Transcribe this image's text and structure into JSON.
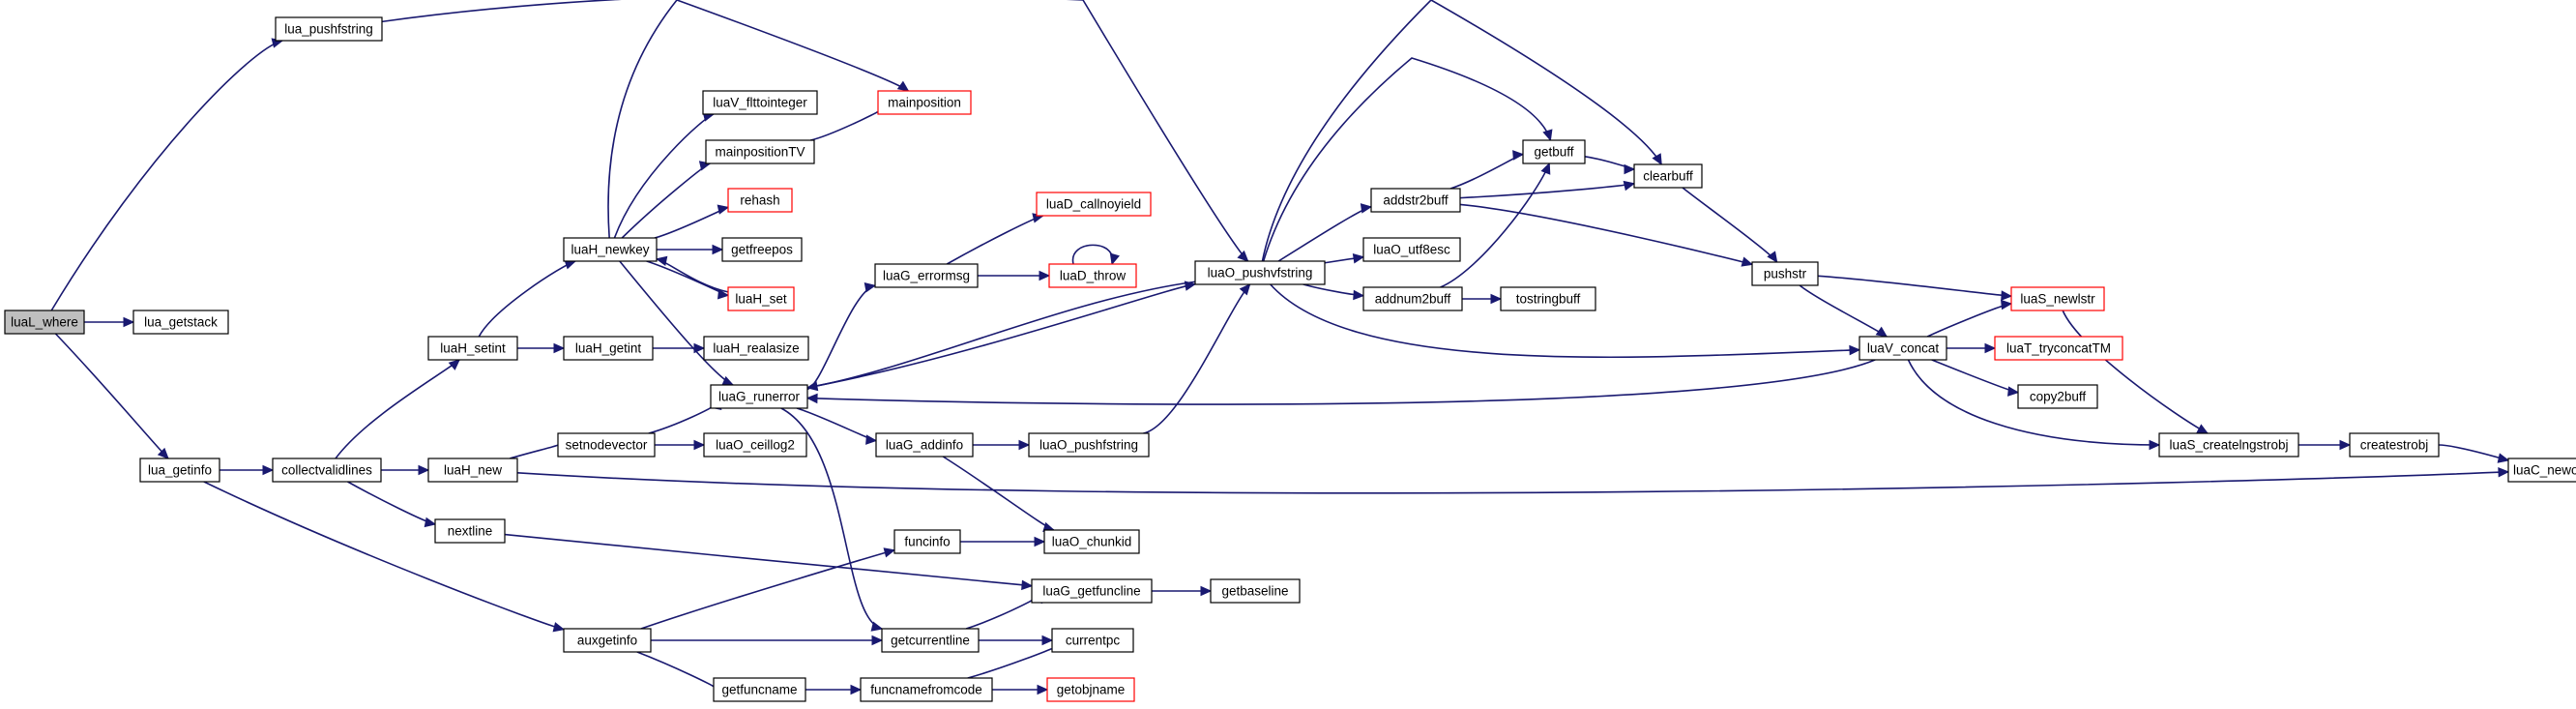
{
  "nodes": [
    {
      "id": "luaL_where",
      "label": "luaL_where",
      "style": "root"
    },
    {
      "id": "lua_pushfstring",
      "label": "lua_pushfstring",
      "style": "normal"
    },
    {
      "id": "lua_getstack",
      "label": "lua_getstack",
      "style": "normal"
    },
    {
      "id": "lua_getinfo",
      "label": "lua_getinfo",
      "style": "normal"
    },
    {
      "id": "collectvalidlines",
      "label": "collectvalidlines",
      "style": "normal"
    },
    {
      "id": "luaH_setint",
      "label": "luaH_setint",
      "style": "normal"
    },
    {
      "id": "luaH_new",
      "label": "luaH_new",
      "style": "normal"
    },
    {
      "id": "nextline",
      "label": "nextline",
      "style": "normal"
    },
    {
      "id": "auxgetinfo",
      "label": "auxgetinfo",
      "style": "normal"
    },
    {
      "id": "luaH_newkey",
      "label": "luaH_newkey",
      "style": "normal"
    },
    {
      "id": "luaH_getint",
      "label": "luaH_getint",
      "style": "normal"
    },
    {
      "id": "setnodevector",
      "label": "setnodevector",
      "style": "normal"
    },
    {
      "id": "getfuncname",
      "label": "getfuncname",
      "style": "normal"
    },
    {
      "id": "luaV_flttointeger",
      "label": "luaV_flttointeger",
      "style": "normal"
    },
    {
      "id": "mainpositionTV",
      "label": "mainpositionTV",
      "style": "normal"
    },
    {
      "id": "rehash",
      "label": "rehash",
      "style": "red"
    },
    {
      "id": "getfreepos",
      "label": "getfreepos",
      "style": "normal"
    },
    {
      "id": "luaH_set",
      "label": "luaH_set",
      "style": "red"
    },
    {
      "id": "luaH_realasize",
      "label": "luaH_realasize",
      "style": "normal"
    },
    {
      "id": "luaG_runerror",
      "label": "luaG_runerror",
      "style": "normal"
    },
    {
      "id": "luaO_ceillog2",
      "label": "luaO_ceillog2",
      "style": "normal"
    },
    {
      "id": "mainposition",
      "label": "mainposition",
      "style": "red"
    },
    {
      "id": "luaG_errormsg",
      "label": "luaG_errormsg",
      "style": "normal"
    },
    {
      "id": "luaG_addinfo",
      "label": "luaG_addinfo",
      "style": "normal"
    },
    {
      "id": "funcinfo",
      "label": "funcinfo",
      "style": "normal"
    },
    {
      "id": "getcurrentline",
      "label": "getcurrentline",
      "style": "normal"
    },
    {
      "id": "funcnamefromcode",
      "label": "funcnamefromcode",
      "style": "normal"
    },
    {
      "id": "luaD_callnoyield",
      "label": "luaD_callnoyield",
      "style": "red"
    },
    {
      "id": "luaD_throw",
      "label": "luaD_throw",
      "style": "red"
    },
    {
      "id": "luaO_pushfstring",
      "label": "luaO_pushfstring",
      "style": "normal"
    },
    {
      "id": "luaO_chunkid",
      "label": "luaO_chunkid",
      "style": "normal"
    },
    {
      "id": "luaG_getfuncline",
      "label": "luaG_getfuncline",
      "style": "normal"
    },
    {
      "id": "currentpc",
      "label": "currentpc",
      "style": "normal"
    },
    {
      "id": "getobjname",
      "label": "getobjname",
      "style": "red"
    },
    {
      "id": "luaO_pushvfstring",
      "label": "luaO_pushvfstring",
      "style": "normal"
    },
    {
      "id": "getbaseline",
      "label": "getbaseline",
      "style": "normal"
    },
    {
      "id": "addstr2buff",
      "label": "addstr2buff",
      "style": "normal"
    },
    {
      "id": "luaO_utf8esc",
      "label": "luaO_utf8esc",
      "style": "normal"
    },
    {
      "id": "addnum2buff",
      "label": "addnum2buff",
      "style": "normal"
    },
    {
      "id": "getbuff",
      "label": "getbuff",
      "style": "normal"
    },
    {
      "id": "tostringbuff",
      "label": "tostringbuff",
      "style": "normal"
    },
    {
      "id": "clearbuff",
      "label": "clearbuff",
      "style": "normal"
    },
    {
      "id": "pushstr",
      "label": "pushstr",
      "style": "normal"
    },
    {
      "id": "luaV_concat",
      "label": "luaV_concat",
      "style": "normal"
    },
    {
      "id": "luaS_newlstr",
      "label": "luaS_newlstr",
      "style": "red"
    },
    {
      "id": "luaT_tryconcatTM",
      "label": "luaT_tryconcatTM",
      "style": "red"
    },
    {
      "id": "copy2buff",
      "label": "copy2buff",
      "style": "normal"
    },
    {
      "id": "luaS_createlngstrobj",
      "label": "luaS_createlngstrobj",
      "style": "normal"
    },
    {
      "id": "createstrobj",
      "label": "createstrobj",
      "style": "normal"
    },
    {
      "id": "luaC_newobj",
      "label": "luaC_newobj",
      "style": "normal"
    }
  ],
  "edges": [
    [
      "luaL_where",
      "lua_pushfstring"
    ],
    [
      "luaL_where",
      "lua_getstack"
    ],
    [
      "luaL_where",
      "lua_getinfo"
    ],
    [
      "lua_pushfstring",
      "luaO_pushvfstring"
    ],
    [
      "lua_getinfo",
      "collectvalidlines"
    ],
    [
      "lua_getinfo",
      "auxgetinfo"
    ],
    [
      "collectvalidlines",
      "luaH_setint"
    ],
    [
      "collectvalidlines",
      "luaH_new"
    ],
    [
      "collectvalidlines",
      "nextline"
    ],
    [
      "luaH_setint",
      "luaH_newkey"
    ],
    [
      "luaH_setint",
      "luaH_getint"
    ],
    [
      "luaH_getint",
      "luaH_realasize"
    ],
    [
      "luaH_new",
      "setnodevector"
    ],
    [
      "luaH_new",
      "luaC_newobj"
    ],
    [
      "nextline",
      "luaG_getfuncline"
    ],
    [
      "auxgetinfo",
      "funcinfo"
    ],
    [
      "auxgetinfo",
      "getcurrentline"
    ],
    [
      "auxgetinfo",
      "getfuncname"
    ],
    [
      "getfuncname",
      "funcnamefromcode"
    ],
    [
      "funcnamefromcode",
      "currentpc"
    ],
    [
      "funcnamefromcode",
      "getobjname"
    ],
    [
      "luaH_newkey",
      "mainposition"
    ],
    [
      "luaH_newkey",
      "luaV_flttointeger"
    ],
    [
      "luaH_newkey",
      "mainpositionTV"
    ],
    [
      "luaH_newkey",
      "rehash"
    ],
    [
      "luaH_newkey",
      "getfreepos"
    ],
    [
      "luaH_newkey",
      "luaH_set"
    ],
    [
      "luaH_newkey",
      "luaG_runerror"
    ],
    [
      "luaH_set",
      "luaH_newkey"
    ],
    [
      "mainpositionTV",
      "mainposition"
    ],
    [
      "setnodevector",
      "luaG_runerror"
    ],
    [
      "setnodevector",
      "luaO_ceillog2"
    ],
    [
      "luaG_runerror",
      "luaG_errormsg"
    ],
    [
      "luaG_runerror",
      "luaO_pushvfstring"
    ],
    [
      "luaG_runerror",
      "luaG_addinfo"
    ],
    [
      "luaG_runerror",
      "getcurrentline"
    ],
    [
      "luaG_errormsg",
      "luaD_callnoyield"
    ],
    [
      "luaG_errormsg",
      "luaD_throw"
    ],
    [
      "luaD_throw",
      "luaD_throw"
    ],
    [
      "luaG_addinfo",
      "luaO_pushfstring"
    ],
    [
      "luaG_addinfo",
      "luaO_chunkid"
    ],
    [
      "luaO_pushfstring",
      "luaO_pushvfstring"
    ],
    [
      "funcinfo",
      "luaO_chunkid"
    ],
    [
      "getcurrentline",
      "luaG_getfuncline"
    ],
    [
      "getcurrentline",
      "currentpc"
    ],
    [
      "luaG_getfuncline",
      "getbaseline"
    ],
    [
      "luaO_pushvfstring",
      "addstr2buff"
    ],
    [
      "luaO_pushvfstring",
      "luaO_utf8esc"
    ],
    [
      "luaO_pushvfstring",
      "addnum2buff"
    ],
    [
      "luaO_pushvfstring",
      "getbuff"
    ],
    [
      "luaO_pushvfstring",
      "clearbuff"
    ],
    [
      "luaO_pushvfstring",
      "luaV_concat"
    ],
    [
      "luaO_pushvfstring",
      "luaG_runerror"
    ],
    [
      "addstr2buff",
      "getbuff"
    ],
    [
      "addstr2buff",
      "clearbuff"
    ],
    [
      "addstr2buff",
      "pushstr"
    ],
    [
      "addnum2buff",
      "getbuff"
    ],
    [
      "addnum2buff",
      "tostringbuff"
    ],
    [
      "getbuff",
      "clearbuff"
    ],
    [
      "clearbuff",
      "pushstr"
    ],
    [
      "pushstr",
      "luaS_newlstr"
    ],
    [
      "pushstr",
      "luaV_concat"
    ],
    [
      "luaV_concat",
      "luaS_newlstr"
    ],
    [
      "luaV_concat",
      "luaT_tryconcatTM"
    ],
    [
      "luaV_concat",
      "copy2buff"
    ],
    [
      "luaV_concat",
      "luaS_createlngstrobj"
    ],
    [
      "luaV_concat",
      "luaG_runerror"
    ],
    [
      "luaS_newlstr",
      "luaS_createlngstrobj"
    ],
    [
      "luaS_createlngstrobj",
      "createstrobj"
    ],
    [
      "createstrobj",
      "luaC_newobj"
    ]
  ]
}
